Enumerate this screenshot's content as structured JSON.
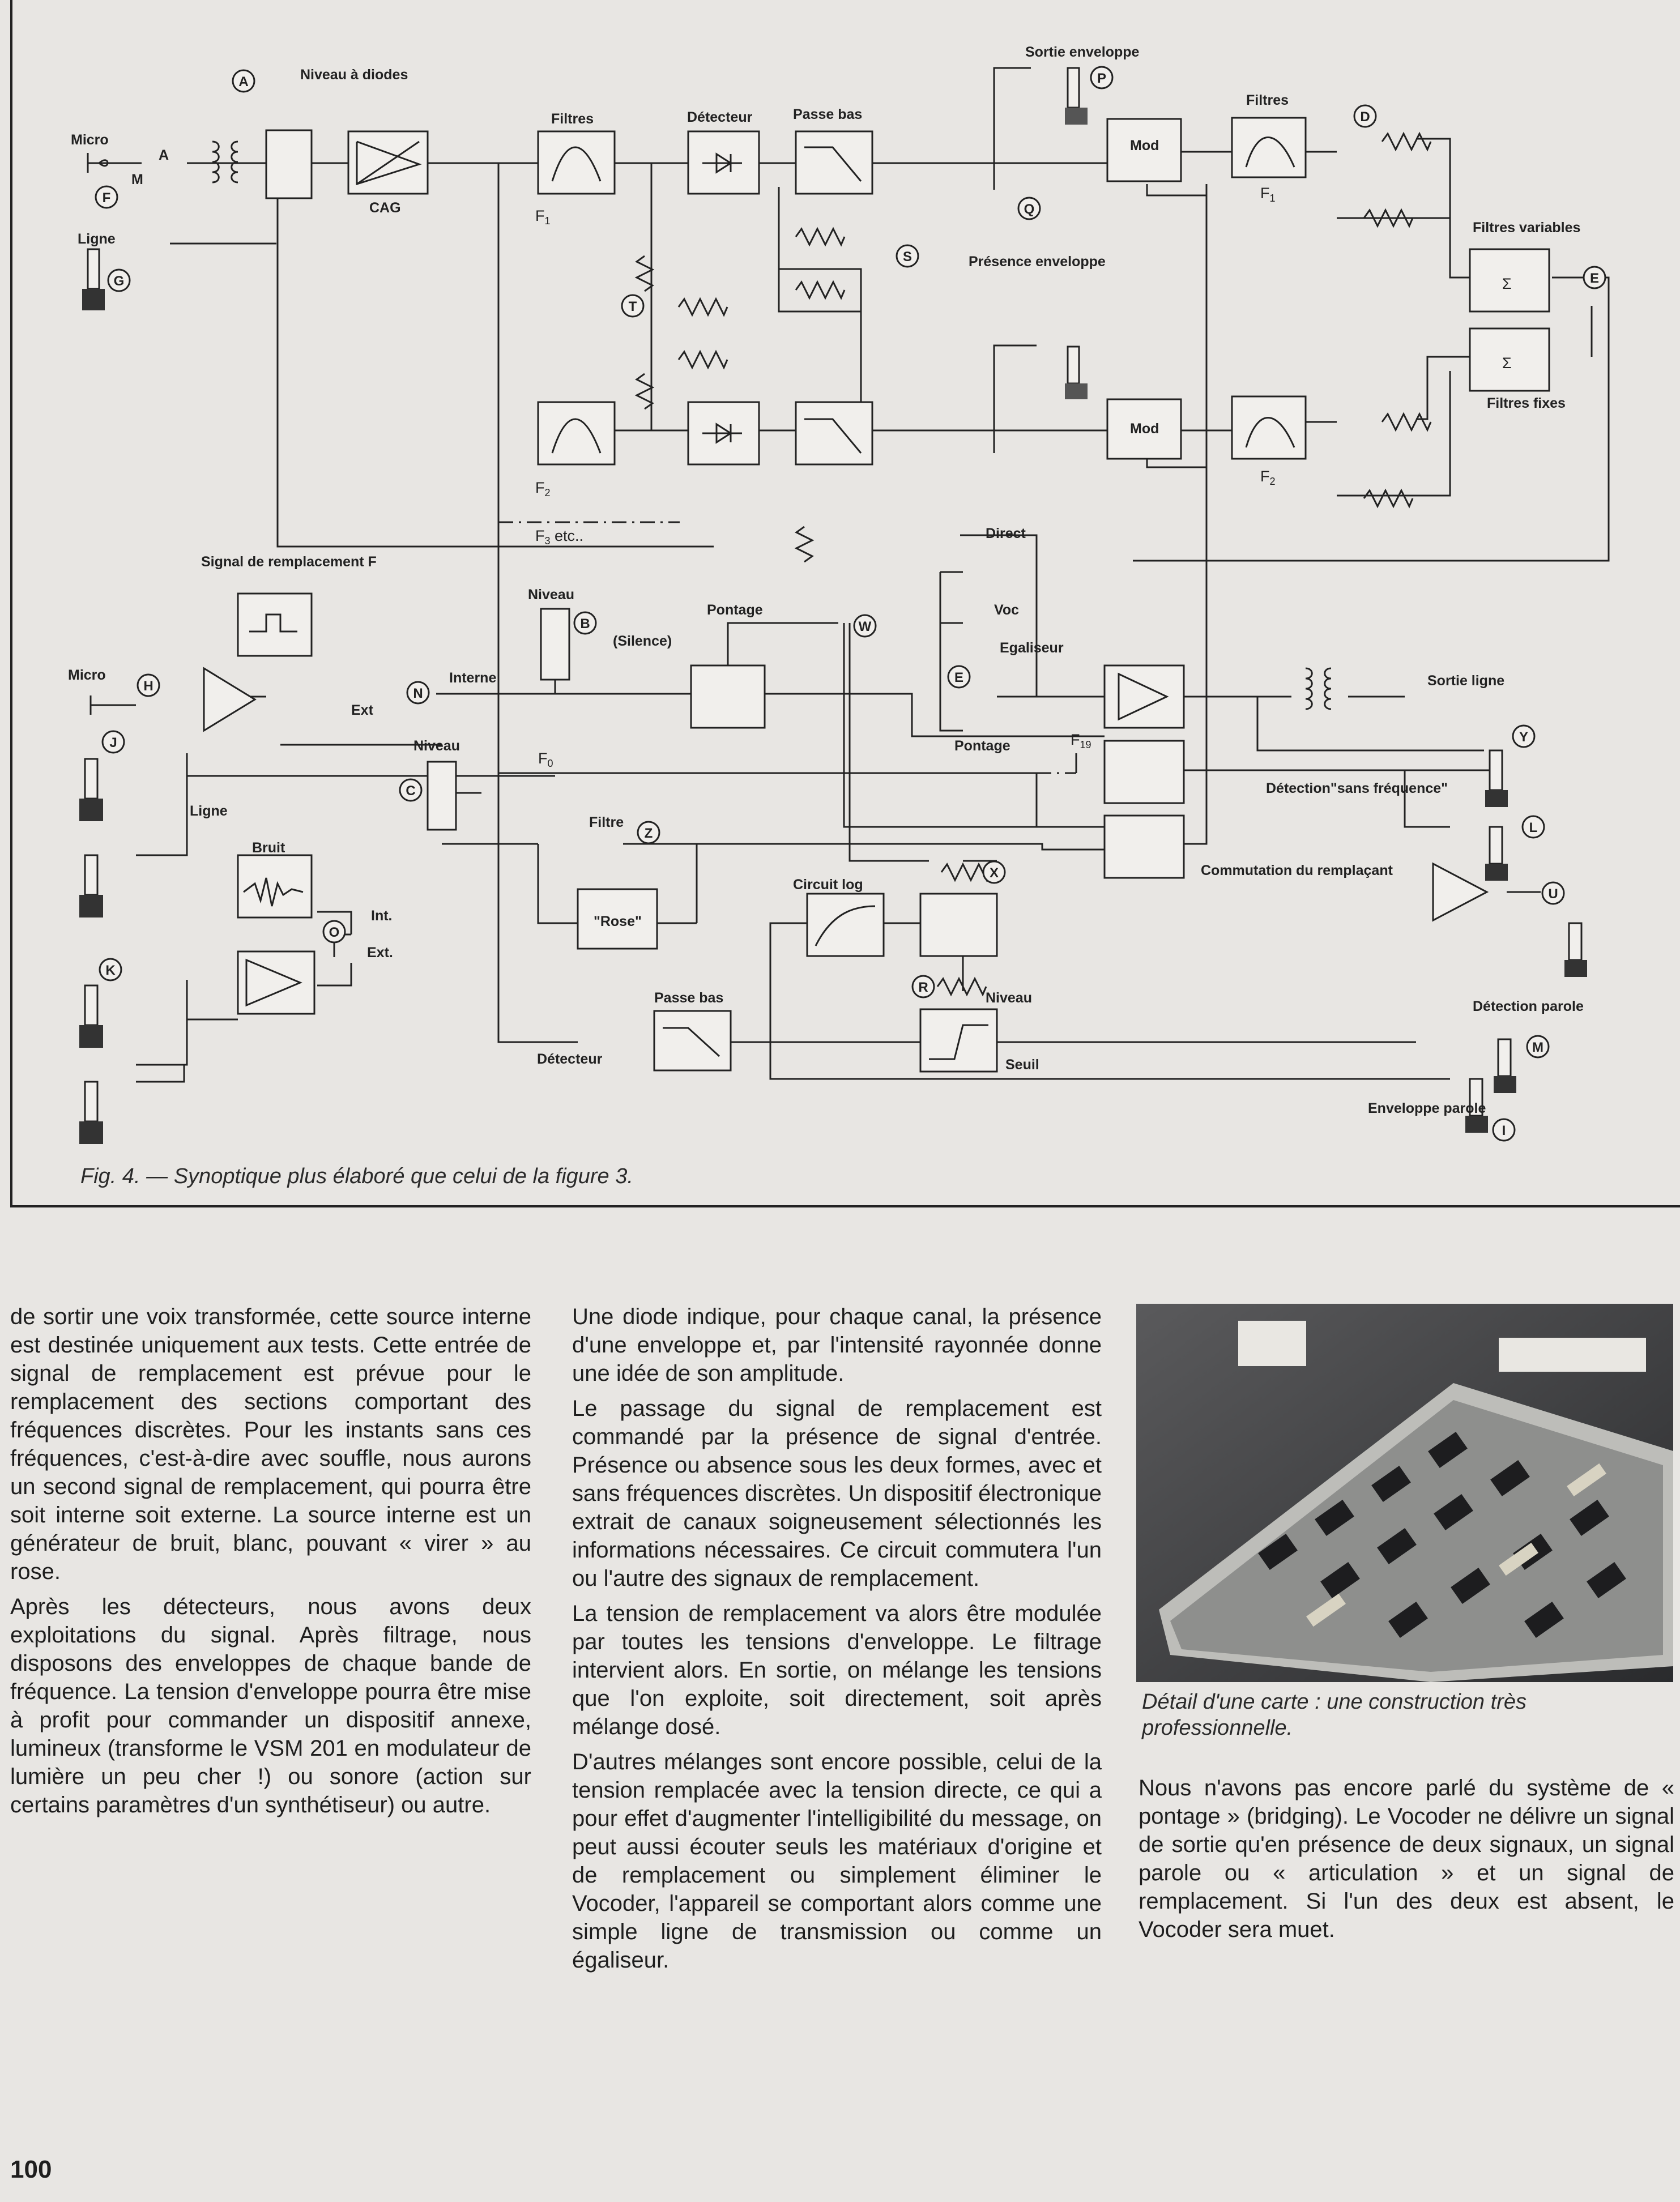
{
  "diagram": {
    "labels": {
      "micro1": "Micro",
      "A_switch": "A",
      "M_switch": "M",
      "niveau_diodes": "Niveau à diodes",
      "cag": "CAG",
      "filtres_top": "Filtres",
      "detecteur_top": "Détecteur",
      "passe_bas_top": "Passe bas",
      "sortie_enveloppe": "Sortie enveloppe",
      "filtres_f1": "Filtres",
      "mod": "Mod",
      "presence_enveloppe": "Présence enveloppe",
      "filtres_variables": "Filtres variables",
      "filtres_fixes": "Filtres fixes",
      "ligne1": "Ligne",
      "f1": "F",
      "f1_sub": "1",
      "f2": "F",
      "f2_sub": "2",
      "f3": "F",
      "f3_sub": "3",
      "f3_etc": " etc..",
      "signal_remplacement": "Signal de remplacement F",
      "direct": "Direct",
      "voc": "Voc",
      "egaliseur": "Egaliseur",
      "pontage": "Pontage",
      "niveau_b": "Niveau",
      "silence": "(Silence)",
      "interne": "Interne",
      "ext": "Ext",
      "micro2": "Micro",
      "ligne2": "Ligne",
      "niveau_c": "Niveau",
      "f0": "F",
      "f0_sub": "0",
      "f19": "F",
      "f19_sub": "19",
      "sortie_ligne": "Sortie ligne",
      "detection_sans": "Détection\"sans fréquence\"",
      "filtre_z": "Filtre",
      "brut": "Bruit",
      "rose": "\"Rose\"",
      "int": "Int.",
      "ext2": "Ext.",
      "circuit_log": "Circuit log",
      "commutation": "Commutation du remplaçant",
      "passe_bas_bottom": "Passe bas",
      "niveau_r": "Niveau",
      "detecteur_bottom": "Détecteur",
      "seuil": "Seuil",
      "detection_parole": "Détection parole",
      "enveloppe_parole": "Enveloppe parole",
      "sigma": "Σ"
    },
    "circles": [
      "A",
      "F",
      "G",
      "T",
      "S",
      "Q",
      "P",
      "D",
      "E",
      "B",
      "W",
      "E",
      "H",
      "N",
      "J",
      "C",
      "Z",
      "X",
      "O",
      "K",
      "R",
      "Y",
      "L",
      "U",
      "M",
      "I"
    ],
    "caption": "Fig. 4. — Synoptique plus élaboré que celui de la figure 3."
  },
  "article": {
    "col1": [
      "de sortir une voix transformée, cette source interne est destinée uniquement aux tests. Cette entrée de signal de remplacement est prévue pour le remplacement des sections comportant des fréquences discrètes. Pour les instants sans ces fréquences, c'est-à-dire avec souffle, nous aurons un second signal de remplacement, qui pourra être soit interne soit externe. La source interne est un générateur de bruit, blanc, pouvant « virer » au rose.",
      "Après les détecteurs, nous avons deux exploitations du signal. Après filtrage, nous disposons des enveloppes de chaque bande de fréquence. La tension d'enveloppe pourra être mise à profit pour commander un dispositif annexe, lumineux (transforme le VSM 201 en modulateur de lumière un peu cher !) ou sonore (action sur certains paramètres d'un synthétiseur) ou autre."
    ],
    "col2": [
      "Une diode indique, pour chaque canal, la présence d'une enveloppe et, par l'intensité rayonnée donne une idée de son amplitude.",
      "Le passage du signal de remplacement est commandé par la présence de signal d'entrée. Présence ou absence sous les deux formes, avec et sans fréquences discrètes. Un dispositif électronique extrait de canaux soigneusement sélectionnés les informations nécessaires. Ce circuit commutera l'un ou l'autre des signaux de remplacement.",
      "La tension de remplacement va alors être modulée par toutes les tensions d'enveloppe. Le filtrage intervient alors. En sortie, on mélange les tensions que l'on exploite, soit directement, soit après mélange dosé.",
      "D'autres mélanges sont encore possible, celui de la tension remplacée avec la tension directe, ce qui a pour effet d'augmenter l'intelligibilité du message, on peut aussi écouter seuls les matériaux d'origine et de remplacement ou simplement éliminer le Vocoder, l'appareil se comportant alors comme une simple ligne de transmission ou comme un égaliseur."
    ],
    "photo_caption": "Détail d'une carte : une construction très professionnelle.",
    "col3": [
      "Nous n'avons pas encore parlé du système de « pontage » (bridging). Le Vocoder ne délivre un signal de sortie qu'en présence de deux signaux, un signal parole ou « articulation » et un signal de remplacement. Si l'un des deux est absent, le Vocoder sera muet."
    ]
  },
  "page_number": "100"
}
